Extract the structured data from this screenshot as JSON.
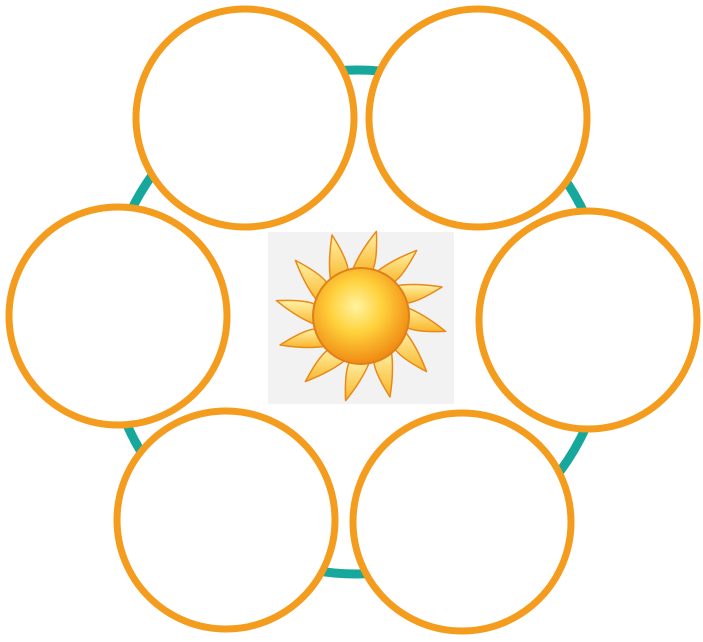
{
  "diagram": {
    "type": "cycle",
    "center_icon": "sun-icon",
    "nodes": [
      {
        "id": "top-left",
        "text": ""
      },
      {
        "id": "top-right",
        "text": ""
      },
      {
        "id": "right",
        "text": ""
      },
      {
        "id": "bottom-right",
        "text": ""
      },
      {
        "id": "bottom-left",
        "text": ""
      },
      {
        "id": "left",
        "text": ""
      }
    ],
    "colors": {
      "ring": "#16a89c",
      "node_border": "#f39c1e",
      "node_fill": "#ffffff",
      "sun_core_light": "#ffe066",
      "sun_core_dark": "#f7941d",
      "sun_ray": "#fcd34d",
      "sun_ray_edge": "#e8891a",
      "sun_backdrop": "#f2f2f2"
    }
  }
}
